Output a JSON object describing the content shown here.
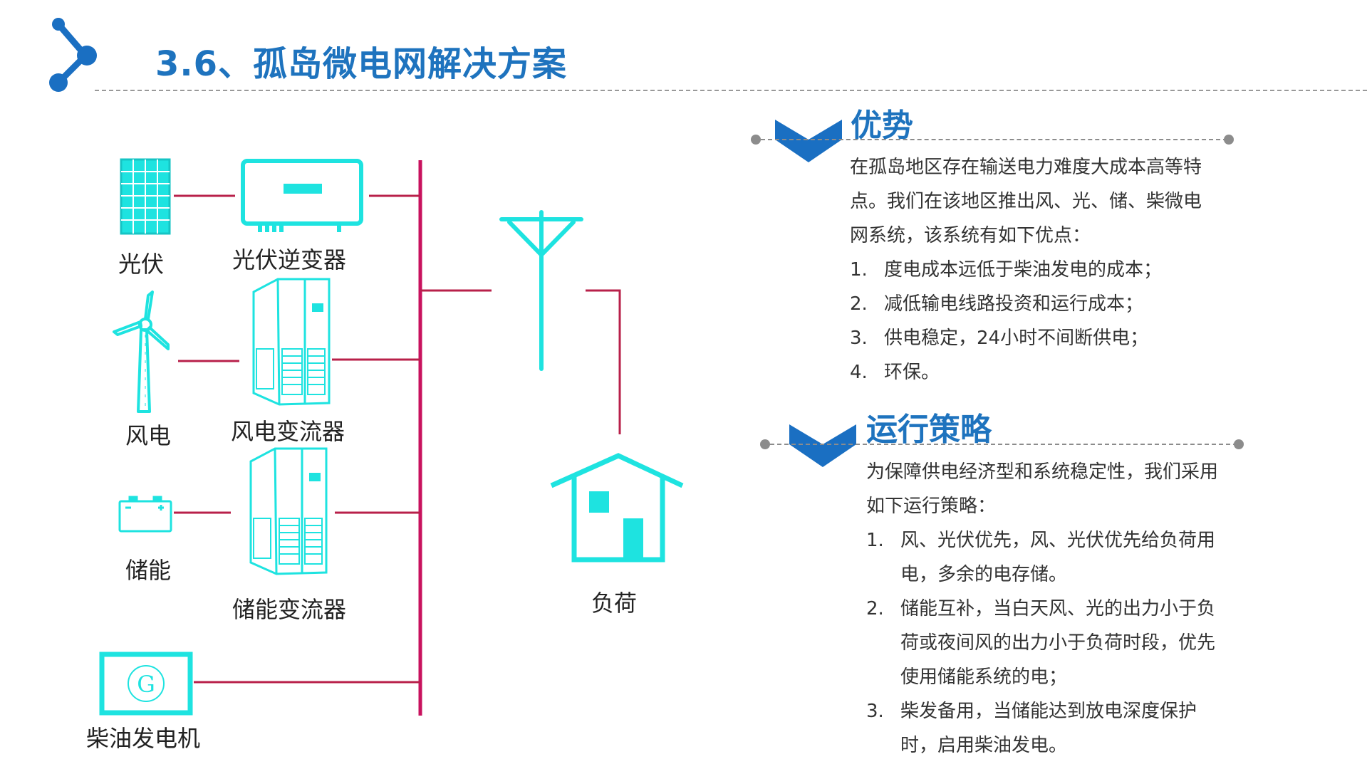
{
  "header": {
    "title": "3.6、孤岛微电网解决方案"
  },
  "diagram": {
    "labels": {
      "pv": "光伏",
      "pv_inverter": "光伏逆变器",
      "wind": "风电",
      "wind_converter": "风电变流器",
      "storage": "储能",
      "storage_converter": "储能变流器",
      "diesel": "柴油发电机",
      "load": "负荷"
    },
    "colors": {
      "device": "#1ee3e0",
      "bus": "#c8125e",
      "feed_line": "#b8204a"
    }
  },
  "advantages": {
    "heading": "优势",
    "intro": "在孤岛地区存在输送电力难度大成本高等特点。我们在该地区推出风、光、储、柴微电网系统，该系统有如下优点：",
    "items": [
      {
        "num": "1.",
        "text": "度电成本远低于柴油发电的成本；"
      },
      {
        "num": "2.",
        "text": "减低输电线路投资和运行成本；"
      },
      {
        "num": "3.",
        "text": "供电稳定，24小时不间断供电；"
      },
      {
        "num": "4.",
        "text": "环保。"
      }
    ]
  },
  "strategy": {
    "heading": "运行策略",
    "intro": "为保障供电经济型和系统稳定性，我们采用如下运行策略：",
    "items": [
      {
        "num": "1.",
        "text": "风、光伏优先，风、光伏优先给负荷用电，多余的电存储。"
      },
      {
        "num": "2.",
        "text": "储能互补，当白天风、光的出力小于负荷或夜间风的出力小于负荷时段，优先使用储能系统的电；"
      },
      {
        "num": "3.",
        "text": "柴发备用，当储能达到放电深度保护时，启用柴油发电。"
      }
    ]
  },
  "theme": {
    "accent": "#1e73be",
    "chevron": "#1a6fc2"
  }
}
